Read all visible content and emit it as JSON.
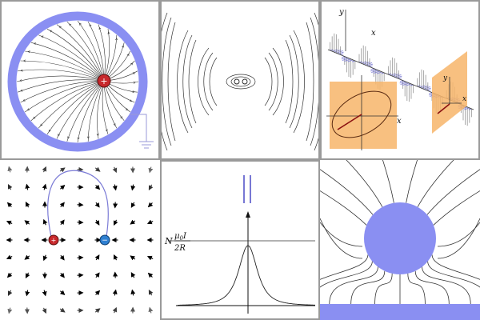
{
  "colors": {
    "conductor": "#8a8ff2",
    "positive_charge": "#c8282c",
    "negative_charge": "#2e7fd1",
    "plane": "#f7b56a",
    "line": "#222222"
  },
  "panels": {
    "p1": {
      "charge_sign": "+",
      "icons": [
        "ground-icon",
        "positive-charge-icon"
      ]
    },
    "p2": {
      "icons": [
        "dipole-icon"
      ]
    },
    "p3": {
      "axis_y_top": "y",
      "axis_x_top": "x",
      "axis_x_bottom": "x",
      "axis_y_right": "y",
      "axis_x_right": "x"
    },
    "p4": {
      "charge_left_sign": "+",
      "charge_right_sign": "−"
    },
    "p5": {
      "label_prefix": "N",
      "label_num_mu": "μ",
      "label_num_sub": "0",
      "label_num_rest": "I",
      "label_den": "2R",
      "peak_marker": "||"
    },
    "p6": {
      "icons": [
        "conducting-sphere-icon",
        "conducting-plane-icon"
      ]
    }
  }
}
